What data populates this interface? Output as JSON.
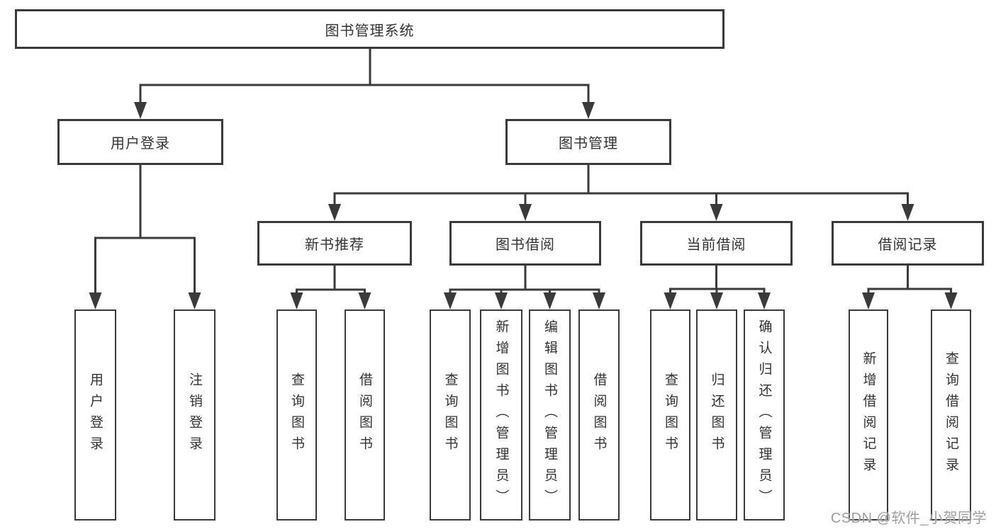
{
  "tree": {
    "root_label": "图书管理系统",
    "branches": [
      {
        "label": "用户登录",
        "leaves": [
          "用户登录",
          "注销登录"
        ]
      },
      {
        "label": "图书管理",
        "groups": [
          {
            "label": "新书推荐",
            "leaves": [
              "查询图书",
              "借阅图书"
            ]
          },
          {
            "label": "图书借阅",
            "leaves": [
              "查询图书",
              "新增图书（管理员）",
              "编辑图书（管理员）",
              "借阅图书"
            ]
          },
          {
            "label": "当前借阅",
            "leaves": [
              "查询图书",
              "归还图书",
              "确认归还（管理员）"
            ]
          },
          {
            "label": "借阅记录",
            "leaves": [
              "新增借阅记录",
              "查询借阅记录"
            ]
          }
        ]
      }
    ]
  },
  "watermark": {
    "text": "CSDN @软件_小贺同学"
  },
  "icons": {
    "arrowhead": "▼"
  },
  "colors": {
    "line": "#3a3a3a",
    "text": "#333333",
    "watermark": "#9e9e9e",
    "background": "#ffffff"
  }
}
